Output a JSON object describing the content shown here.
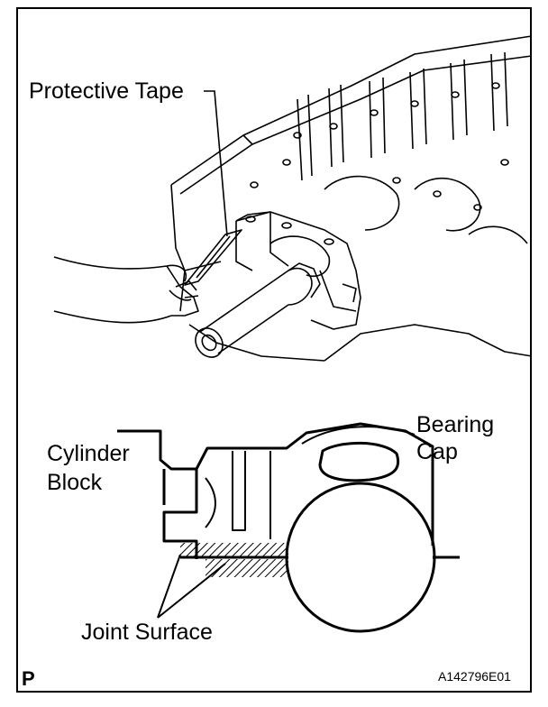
{
  "labels": {
    "protective_tape": "Protective Tape",
    "bearing_cap_line1": "Bearing",
    "bearing_cap_line2": "Cap",
    "cylinder_block_line1": "Cylinder",
    "cylinder_block_line2": "Block",
    "joint_surface": "Joint Surface"
  },
  "footer": {
    "corner_letter": "P",
    "figure_id": "A142796E01"
  }
}
